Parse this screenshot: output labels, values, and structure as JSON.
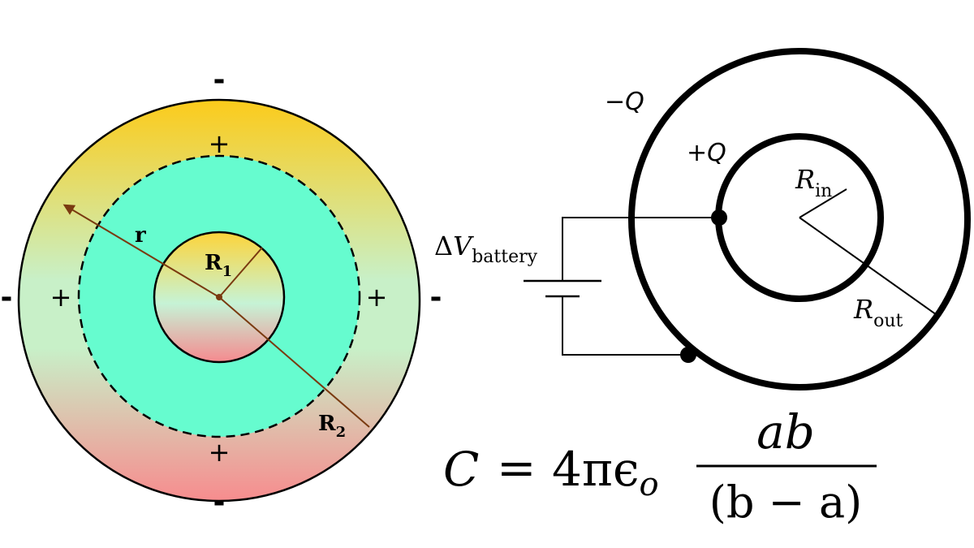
{
  "left_diagram": {
    "charge_labels": {
      "outer_top": "-",
      "outer_bottom": "-",
      "outer_left": "-",
      "outer_right": "-",
      "inner_top": "+",
      "inner_bottom": "+",
      "inner_left": "+",
      "inner_right": "+"
    },
    "labels": {
      "r": "r",
      "R1_main": "R",
      "R1_sub": "1",
      "R2_main": "R",
      "R2_sub": "2"
    },
    "colors": {
      "outer_top": "#fccb1a",
      "outer_mid": "#c8f0c8",
      "outer_bottom": "#f78c8e",
      "shell": "#66fccf",
      "core_top": "#fdd43a",
      "core_mid": "#c6f3d6",
      "core_bottom": "#f58a8f",
      "radius_line": "#7a3a10"
    }
  },
  "right_diagram": {
    "labels": {
      "minus_q": "−Q",
      "plus_q": "+Q",
      "r_in_main": "R",
      "r_in_sub": "in",
      "r_out_main": "R",
      "r_out_sub": "out",
      "battery_delta": "Δ",
      "battery_v": "V",
      "battery_sub": "battery"
    }
  },
  "formula": {
    "lhs": "C",
    "equals": "=",
    "coeff": "4πϵ",
    "coeff_sub": "o",
    "numerator": "ab",
    "denominator": "(b − a)"
  }
}
